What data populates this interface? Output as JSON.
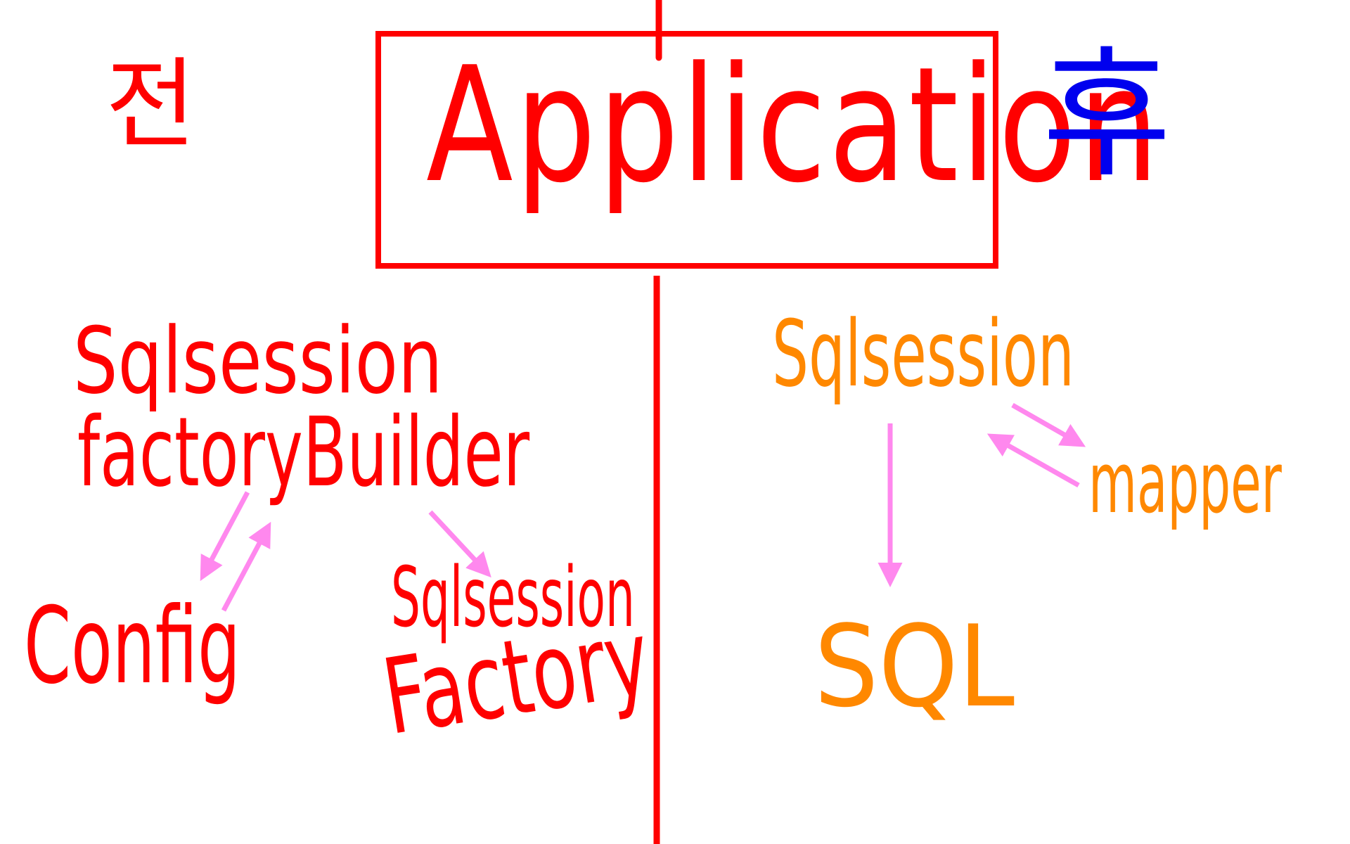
{
  "colors": {
    "background": "#ffffff",
    "frame": "#ff0000",
    "before_text": "#ff0000",
    "after_label": "#0000ee",
    "after_text": "#ff8800",
    "arrows": "#ff88ee"
  },
  "top": {
    "box_label": "Application",
    "left_label": "전",
    "right_label": "후"
  },
  "before": {
    "builder_line1": "Sqlsession",
    "builder_line2": "factoryBuilder",
    "config": "Config",
    "factory_line1": "Sqlsession",
    "factory_line2": "Factory"
  },
  "after": {
    "session": "Sqlsession",
    "mapper": "mapper",
    "sql": "SQL"
  }
}
